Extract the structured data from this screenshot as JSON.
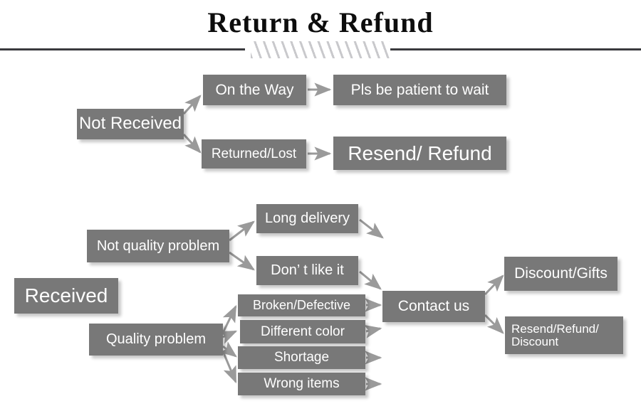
{
  "header": {
    "title": "Return & Refund",
    "divider_icon": "diagonal-hatch-divider"
  },
  "diagram": {
    "type": "flowchart",
    "node_fill": "#787878",
    "node_text_color": "#ffffff",
    "arrow_color": "#9a9a9a",
    "nodes": [
      {
        "id": "not-received",
        "label": "Not Received"
      },
      {
        "id": "on-the-way",
        "label": "On the Way"
      },
      {
        "id": "pls-be-patient",
        "label": "Pls be patient to wait"
      },
      {
        "id": "returned-lost",
        "label": "Returned/Lost"
      },
      {
        "id": "resend-refund",
        "label": "Resend/ Refund"
      },
      {
        "id": "received",
        "label": "Received"
      },
      {
        "id": "not-quality",
        "label": "Not quality problem"
      },
      {
        "id": "quality",
        "label": "Quality problem"
      },
      {
        "id": "long-delivery",
        "label": "Long delivery"
      },
      {
        "id": "dont-like-it",
        "label": "Don’  t like it"
      },
      {
        "id": "broken-defective",
        "label": "Broken/Defective"
      },
      {
        "id": "different-color",
        "label": "Different color"
      },
      {
        "id": "shortage",
        "label": "Shortage"
      },
      {
        "id": "wrong-items",
        "label": "Wrong items"
      },
      {
        "id": "contact-us",
        "label": "Contact us"
      },
      {
        "id": "discount-gifts",
        "label": "Discount/Gifts"
      },
      {
        "id": "resend-refund-discount-1",
        "label": "Resend/Refund/"
      },
      {
        "id": "resend-refund-discount-2",
        "label": "Discount"
      }
    ],
    "edges": [
      {
        "from": "not-received",
        "to": "on-the-way"
      },
      {
        "from": "not-received",
        "to": "returned-lost"
      },
      {
        "from": "on-the-way",
        "to": "pls-be-patient"
      },
      {
        "from": "returned-lost",
        "to": "resend-refund"
      },
      {
        "from": "received",
        "to": "not-quality"
      },
      {
        "from": "received",
        "to": "quality"
      },
      {
        "from": "not-quality",
        "to": "long-delivery"
      },
      {
        "from": "not-quality",
        "to": "dont-like-it"
      },
      {
        "from": "quality",
        "to": "broken-defective"
      },
      {
        "from": "quality",
        "to": "different-color"
      },
      {
        "from": "quality",
        "to": "shortage"
      },
      {
        "from": "quality",
        "to": "wrong-items"
      },
      {
        "from": "long-delivery",
        "to": "contact-us"
      },
      {
        "from": "dont-like-it",
        "to": "contact-us"
      },
      {
        "from": "broken-defective",
        "to": "contact-us"
      },
      {
        "from": "different-color",
        "to": "contact-us"
      },
      {
        "from": "shortage",
        "to": "contact-us"
      },
      {
        "from": "wrong-items",
        "to": "contact-us"
      },
      {
        "from": "contact-us",
        "to": "discount-gifts"
      },
      {
        "from": "contact-us",
        "to": "resend-refund-discount-1"
      }
    ]
  }
}
